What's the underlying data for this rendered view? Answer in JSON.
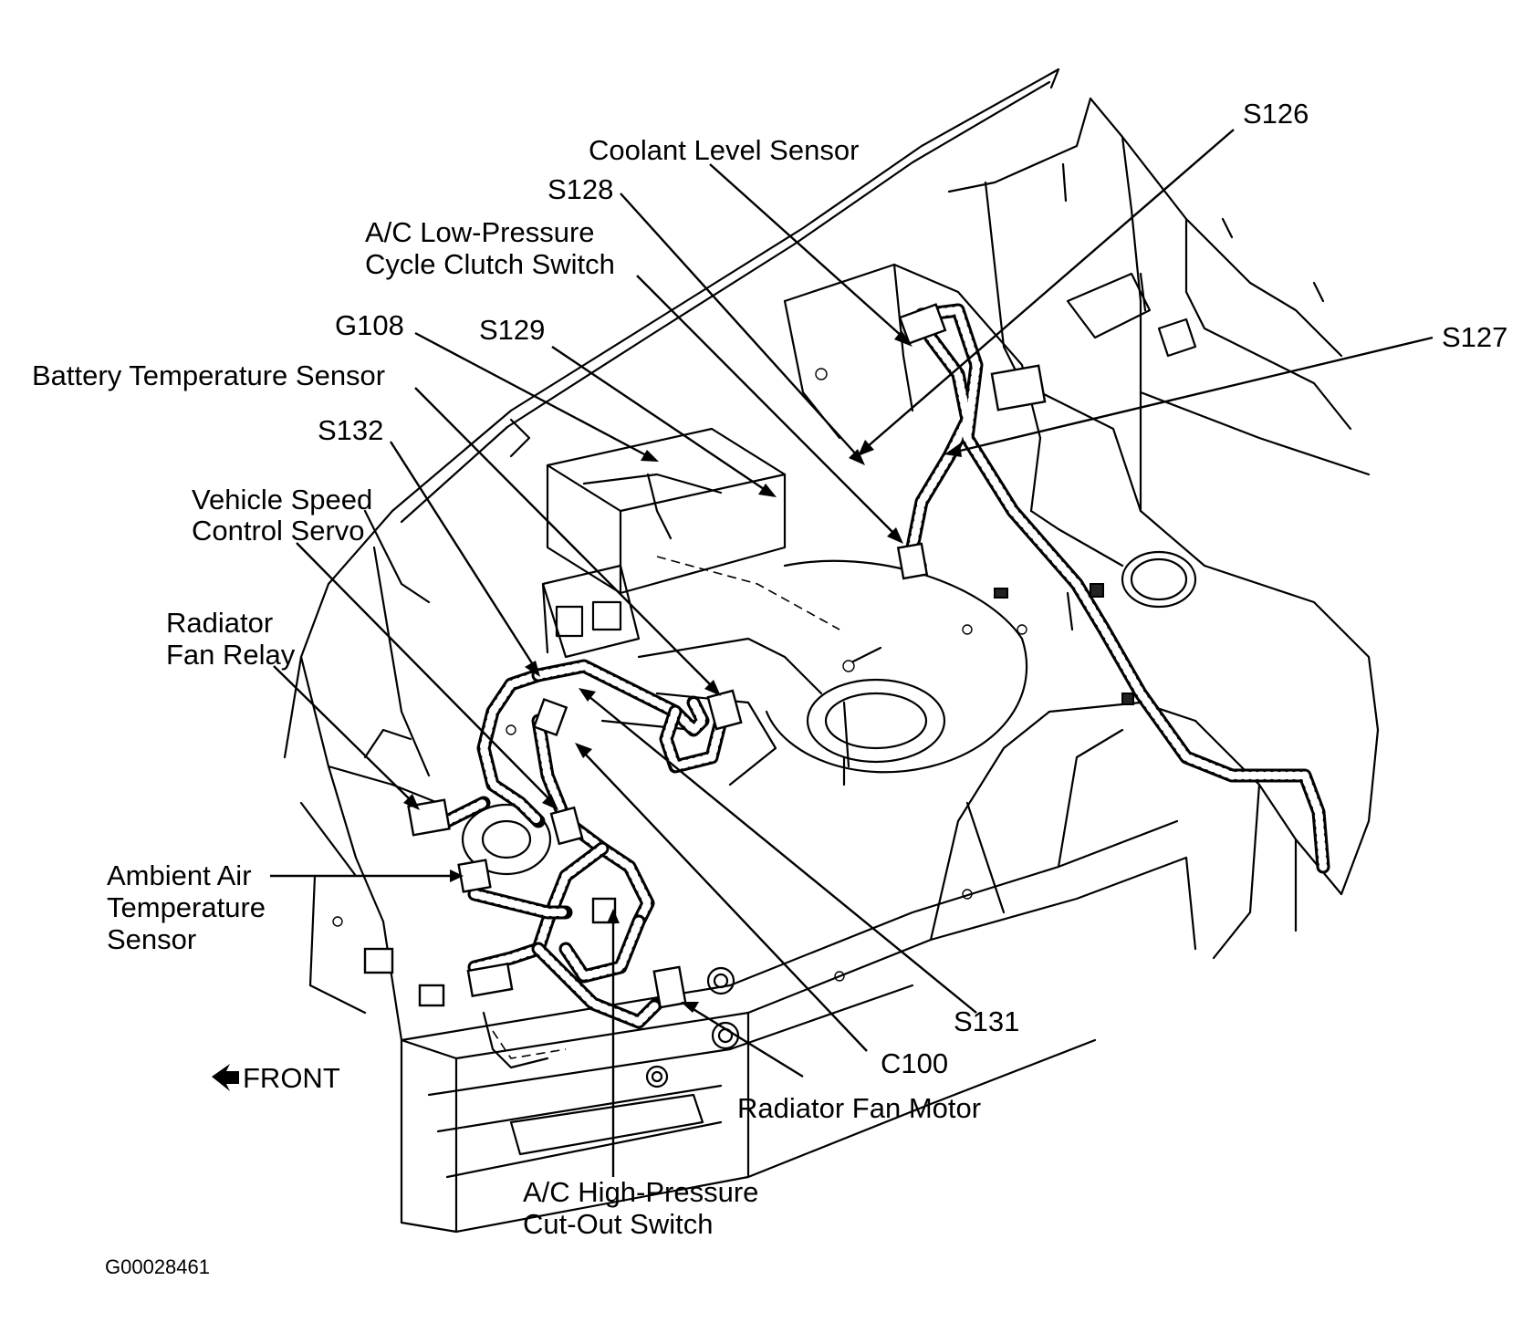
{
  "labels": {
    "coolant_level_sensor": "Coolant Level Sensor",
    "s126": "S126",
    "s128": "S128",
    "ac_low_pressure_line1": "A/C Low-Pressure",
    "ac_low_pressure_line2": "Cycle Clutch Switch",
    "s127": "S127",
    "g108": "G108",
    "s129": "S129",
    "battery_temperature_sensor": "Battery Temperature Sensor",
    "s132": "S132",
    "vehicle_speed_line1": "Vehicle Speed",
    "vehicle_speed_line2": "Control Servo",
    "radiator_fan_relay_line1": "Radiator",
    "radiator_fan_relay_line2": "Fan Relay",
    "ambient_air_line1": "Ambient Air",
    "ambient_air_line2": "Temperature",
    "ambient_air_line3": "Sensor",
    "front": "FRONT",
    "s131": "S131",
    "c100": "C100",
    "radiator_fan_motor": "Radiator Fan Motor",
    "ac_high_pressure_line1": "A/C High-Pressure",
    "ac_high_pressure_line2": "Cut-Out Switch"
  },
  "figure_id": "G00028461"
}
